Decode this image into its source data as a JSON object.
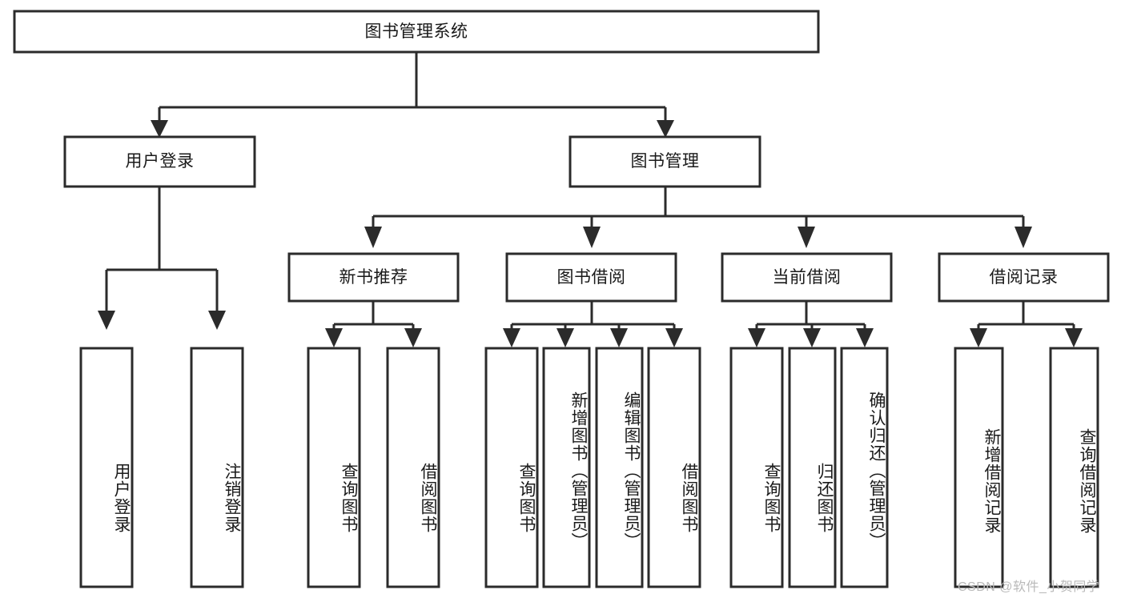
{
  "diagram": {
    "type": "tree-hierarchy",
    "title": "图书管理系统",
    "orientation": "top-down",
    "colors": {
      "box_fill": "#ffffff",
      "box_stroke": "#2b2b2b",
      "text": "#1a1a1a",
      "background": "#ffffff",
      "watermark": "#b9b9b9"
    },
    "levels": {
      "level1": [
        "图书管理系统"
      ],
      "level2": [
        "用户登录",
        "图书管理"
      ],
      "level3": [
        "新书推荐",
        "图书借阅",
        "当前借阅",
        "借阅记录"
      ],
      "level4": [
        "用户登录",
        "注销登录",
        "查询图书",
        "借阅图书",
        "查询图书",
        "新增图书（管理员）",
        "编辑图书（管理员）",
        "借阅图书",
        "查询图书",
        "归还图书",
        "确认归还（管理员）",
        "新增借阅记录",
        "查询借阅记录"
      ]
    },
    "nodes": {
      "root": {
        "label": "图书管理系统"
      },
      "user_login": {
        "label": "用户登录"
      },
      "book_manage": {
        "label": "图书管理"
      },
      "new_book_rec": {
        "label": "新书推荐"
      },
      "book_borrow": {
        "label": "图书借阅"
      },
      "current_borrow": {
        "label": "当前借阅"
      },
      "borrow_record": {
        "label": "借阅记录"
      },
      "leaf_user_login": {
        "label": "用户登录"
      },
      "leaf_logout": {
        "label": "注销登录"
      },
      "leaf_query_book_1": {
        "label": "查询图书"
      },
      "leaf_borrow_book_1": {
        "label": "借阅图书"
      },
      "leaf_query_book_2": {
        "label": "查询图书"
      },
      "leaf_add_book": {
        "label": "新增图书（管理员）"
      },
      "leaf_edit_book": {
        "label": "编辑图书（管理员）"
      },
      "leaf_borrow_book_2": {
        "label": "借阅图书"
      },
      "leaf_query_book_3": {
        "label": "查询图书"
      },
      "leaf_return_book": {
        "label": "归还图书"
      },
      "leaf_confirm_return": {
        "label": "确认归还（管理员）"
      },
      "leaf_add_record": {
        "label": "新增借阅记录"
      },
      "leaf_query_record": {
        "label": "查询借阅记录"
      }
    },
    "edges": [
      {
        "from": "图书管理系统",
        "to": "用户登录"
      },
      {
        "from": "图书管理系统",
        "to": "图书管理"
      },
      {
        "from": "用户登录",
        "to": "用户登录"
      },
      {
        "from": "用户登录",
        "to": "注销登录"
      },
      {
        "from": "图书管理",
        "to": "新书推荐"
      },
      {
        "from": "图书管理",
        "to": "图书借阅"
      },
      {
        "from": "图书管理",
        "to": "当前借阅"
      },
      {
        "from": "图书管理",
        "to": "借阅记录"
      },
      {
        "from": "新书推荐",
        "to": "查询图书"
      },
      {
        "from": "新书推荐",
        "to": "借阅图书"
      },
      {
        "from": "图书借阅",
        "to": "查询图书"
      },
      {
        "from": "图书借阅",
        "to": "新增图书（管理员）"
      },
      {
        "from": "图书借阅",
        "to": "编辑图书（管理员）"
      },
      {
        "from": "图书借阅",
        "to": "借阅图书"
      },
      {
        "from": "当前借阅",
        "to": "查询图书"
      },
      {
        "from": "当前借阅",
        "to": "归还图书"
      },
      {
        "from": "当前借阅",
        "to": "确认归还（管理员）"
      },
      {
        "from": "借阅记录",
        "to": "新增借阅记录"
      },
      {
        "from": "借阅记录",
        "to": "查询借阅记录"
      }
    ]
  },
  "watermark": {
    "text": "CSDN @软件_小贺同学"
  }
}
